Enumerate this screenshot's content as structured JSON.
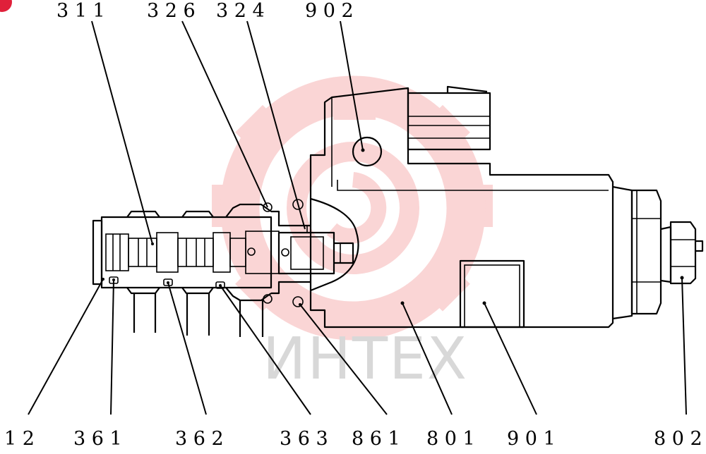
{
  "callouts_top": [
    {
      "id": "311",
      "text": "3 1 1"
    },
    {
      "id": "326",
      "text": "3 2 6"
    },
    {
      "id": "324",
      "text": "3 2 4"
    },
    {
      "id": "902",
      "text": "9 0 2"
    }
  ],
  "callouts_bottom": [
    {
      "id": "12",
      "text": "1 2"
    },
    {
      "id": "361",
      "text": "3 6 1"
    },
    {
      "id": "362",
      "text": "3 6 2"
    },
    {
      "id": "363",
      "text": "3 6 3"
    },
    {
      "id": "861",
      "text": "8 6 1"
    },
    {
      "id": "801",
      "text": "8 0 1"
    },
    {
      "id": "901",
      "text": "9 0 1"
    },
    {
      "id": "802",
      "text": "8 0 2"
    }
  ],
  "watermark": {
    "text": "ИНТЕХ",
    "color": "#f4a8a8"
  },
  "colors": {
    "line": "#000000",
    "watermark_gear": "#f6b3b3",
    "watermark_text": "#d8d8d8",
    "corner_badge": "#e0203a"
  }
}
